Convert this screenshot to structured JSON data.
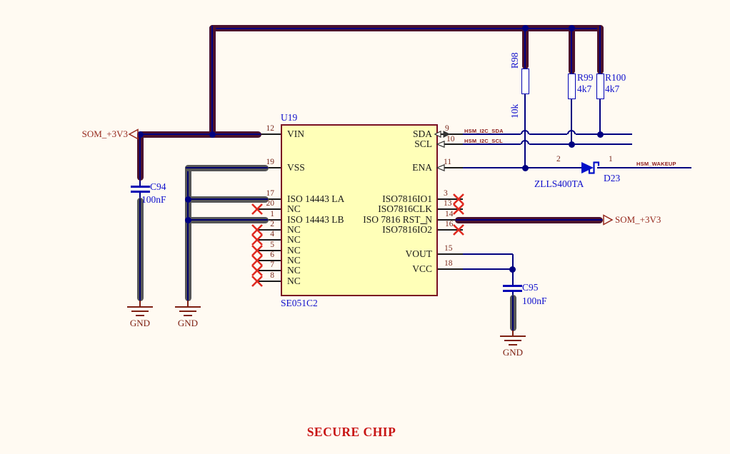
{
  "sheet": {
    "title": "SECURE CHIP"
  },
  "ic": {
    "refdes": "U19",
    "part": "SE051C2",
    "left_pins": [
      {
        "num": "12",
        "name": "VIN"
      },
      {
        "num": "19",
        "name": "VSS"
      },
      {
        "num": "17",
        "name": "ISO 14443 LA"
      },
      {
        "num": "20",
        "name": "NC"
      },
      {
        "num": "1",
        "name": "ISO 14443 LB"
      },
      {
        "num": "2",
        "name": "NC"
      },
      {
        "num": "4",
        "name": "NC"
      },
      {
        "num": "5",
        "name": "NC"
      },
      {
        "num": "6",
        "name": "NC"
      },
      {
        "num": "7",
        "name": "NC"
      },
      {
        "num": "8",
        "name": "NC"
      }
    ],
    "right_pins": [
      {
        "num": "9",
        "name": "SDA"
      },
      {
        "num": "10",
        "name": "SCL"
      },
      {
        "num": "11",
        "name": "ENA"
      },
      {
        "num": "3",
        "name": "ISO7816IO1"
      },
      {
        "num": "13",
        "name": "ISO7816CLK"
      },
      {
        "num": "14",
        "name": "ISO 7816 RST_N"
      },
      {
        "num": "16",
        "name_parts": {
          "pre": "ISO7816I",
          "over": "O",
          "post": "2"
        }
      },
      {
        "num": "15",
        "name": "VOUT"
      },
      {
        "num": "18",
        "name": "VCC"
      }
    ]
  },
  "resistors": [
    {
      "refdes": "R98",
      "value": "10k"
    },
    {
      "refdes": "R99",
      "value": "4k7"
    },
    {
      "refdes": "R100",
      "value": "4k7"
    }
  ],
  "capacitors": [
    {
      "refdes": "C94",
      "value": "100nF"
    },
    {
      "refdes": "C95",
      "value": "100nF"
    }
  ],
  "diode": {
    "refdes": "D23",
    "part": "ZLLS400TA",
    "pin_anode": "2",
    "pin_cathode": "1"
  },
  "power_ports": {
    "left": "SOM_+3V3",
    "right": "SOM_+3V3"
  },
  "net_labels": {
    "sda": "HSM_I2C_SDA",
    "scl": "HSM_I2C_SCL",
    "wakeup": "HSM_WAKEUP"
  },
  "grounds": [
    "GND",
    "GND",
    "GND"
  ],
  "colors": {
    "power_band": "#4B112D",
    "ground_band": "#575757",
    "wire": "#000080",
    "ic_fill": "#FFFFB8",
    "ic_border": "#7A1022",
    "designator_blue": "#1010CC",
    "net_red": "#96291D",
    "nc_red": "#E02A20"
  }
}
